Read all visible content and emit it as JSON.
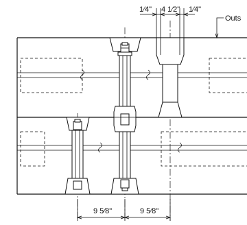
{
  "labels": {
    "outside_label": "Outs"
  },
  "dimensions": {
    "top_left": "1⁄4\"",
    "top_mid": "4 1⁄2\"",
    "top_right": "1⁄4\"",
    "bottom_left": "9 5⁄8\"",
    "bottom_right": "9 5⁄8\""
  }
}
